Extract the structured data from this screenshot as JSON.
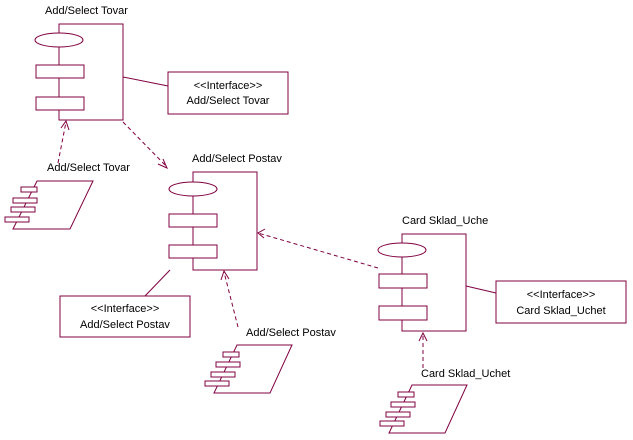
{
  "colors": {
    "stroke": "#800040",
    "text": "#000000",
    "background": "#ffffff"
  },
  "components": {
    "tovar": {
      "title": "Add/Select Tovar"
    },
    "postav": {
      "title": "Add/Select Postav"
    },
    "sklad": {
      "title": "Card Sklad_Uche"
    }
  },
  "interfaces": {
    "tovar": {
      "stereotype": "<<Interface>>",
      "name": "Add/Select Tovar"
    },
    "postav": {
      "stereotype": "<<Interface>>",
      "name": "Add/Select Postav"
    },
    "sklad": {
      "stereotype": "<<Interface>>",
      "name": "Card Sklad_Uchet"
    }
  },
  "files": {
    "tovar": {
      "label": "Add/Select Tovar"
    },
    "postav": {
      "label": "Add/Select Postav"
    },
    "sklad": {
      "label": "Card Sklad_Uchet"
    }
  }
}
